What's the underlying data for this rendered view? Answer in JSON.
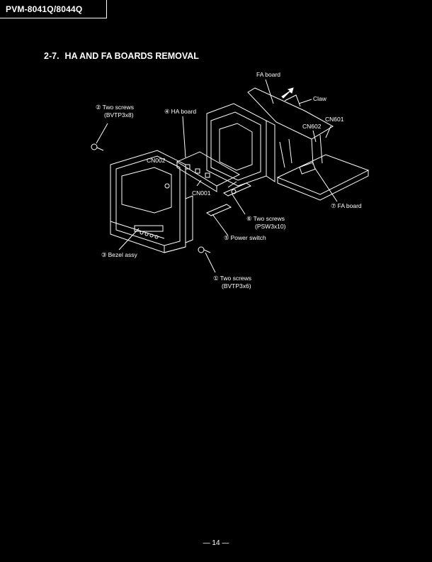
{
  "header": {
    "model": "PVM-8041Q/8044Q"
  },
  "section": {
    "number": "2-7.",
    "title": "HA AND FA BOARDS REMOVAL"
  },
  "labels": {
    "fa_board_top": "FA board",
    "claw": "Claw",
    "cn601": "CN601",
    "cn602": "CN602",
    "step2_marker": "②",
    "step2_line1": "Two screws",
    "step2_line2": "(BVTP3x8)",
    "step4_marker": "④",
    "step4_text": "HA board",
    "cn002": "CN002",
    "cn001": "CN001",
    "step6_marker": "⑥",
    "step6_line1": "Two screws",
    "step6_line2": "(PSW3x10)",
    "step5_marker": "⑤",
    "step5_text": "Power switch",
    "step3_marker": "③",
    "step3_text": "Bezel assy",
    "step7_marker": "⑦",
    "step7_text": "FA board",
    "step1_marker": "①",
    "step1_line1": "Two screws",
    "step1_line2": "(BVTP3x6)"
  },
  "footer": {
    "page": "— 14 —"
  }
}
